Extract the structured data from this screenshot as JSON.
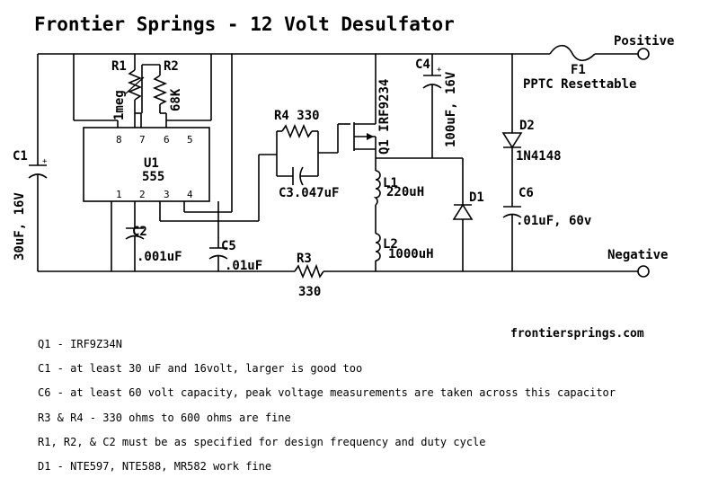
{
  "title": "Frontier Springs - 12 Volt Desulfator",
  "website": "frontiersprings.com",
  "terminals": {
    "positive": "Positive",
    "negative": "Negative"
  },
  "fuse": {
    "ref": "F1",
    "desc": "PPTC Resettable"
  },
  "ic": {
    "ref": "U1",
    "part": "555",
    "pins_top": [
      "8",
      "7",
      "6",
      "5"
    ],
    "pins_bottom": [
      "1",
      "2",
      "3",
      "4"
    ]
  },
  "components": {
    "r1": {
      "ref": "R1",
      "value": "1meg"
    },
    "r2": {
      "ref": "R2",
      "value": "68K"
    },
    "r3": {
      "ref": "R3",
      "value": "330"
    },
    "r4": {
      "ref": "R4",
      "value": "330"
    },
    "c1": {
      "ref": "C1",
      "value": "30uF, 16V"
    },
    "c2": {
      "ref": "C2",
      "value": ".001uF"
    },
    "c3": {
      "ref": "C3",
      "value": ".047uF"
    },
    "c4": {
      "ref": "C4",
      "value": "100uF, 16V"
    },
    "c5": {
      "ref": "C5",
      "value": ".01uF"
    },
    "c6": {
      "ref": "C6",
      "value": ".01uF, 60v"
    },
    "q1": {
      "ref": "Q1",
      "part": "IRF9234"
    },
    "l1": {
      "ref": "L1",
      "value": "220uH"
    },
    "l2": {
      "ref": "L2",
      "value": "1000uH"
    },
    "d1": {
      "ref": "D1"
    },
    "d2": {
      "ref": "D2",
      "part": "1N4148"
    }
  },
  "notes": [
    "Q1 - IRF9Z34N",
    "C1 - at least 30 uF and 16volt, larger is good too",
    "C6 - at least 60 volt capacity, peak voltage measurements are taken across this capacitor",
    "R3 & R4 - 330 ohms to 600 ohms are fine",
    "R1, R2, & C2 must be as specified for design frequency and duty cycle",
    "D1 - NTE597, NTE588, MR582 work fine"
  ]
}
